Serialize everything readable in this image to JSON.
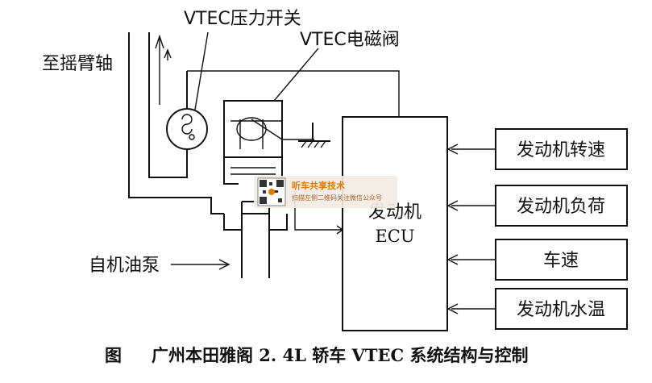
{
  "labels": {
    "pressure_switch": "VTEC压力开关",
    "solenoid_valve": "VTEC电磁阀",
    "to_rocker_shaft": "至摇臂轴",
    "from_oil_pump": "自机油泵",
    "ecu_line1": "发动机",
    "ecu_line2": "ECU"
  },
  "inputs": [
    {
      "label": "发动机转速"
    },
    {
      "label": "发动机负荷"
    },
    {
      "label": "车速"
    },
    {
      "label": "发动机水温"
    }
  ],
  "caption": {
    "prefix": "图",
    "text": "广州本田雅阁 2. 4L 轿车 VTEC 系统结构与控制"
  },
  "watermark": {
    "title": "听车共享技术",
    "subtitle": "扫描左侧二维码关注微信公众号"
  }
}
